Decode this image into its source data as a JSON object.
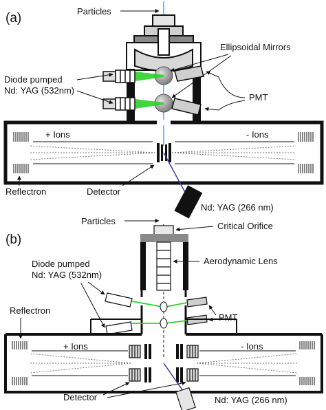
{
  "panel_a": {
    "tag": "(a)",
    "particles": "Particles",
    "ellipsoidal_mirrors": "Ellipsoidal Mirrors",
    "diode_line1": "Diode pumped",
    "diode_line2": "Nd: YAG (532nm)",
    "pmt": "PMT",
    "plus_ions": "+ Ions",
    "minus_ions": "- Ions",
    "reflectron": "Reflectron",
    "detector": "Detector",
    "ndyag_266": "Nd: YAG (266 nm)"
  },
  "panel_b": {
    "tag": "(b)",
    "particles": "Particles",
    "critical_orifice": "Critical Orifice",
    "aerodynamic_lens": "Aerodynamic Lens",
    "diode_line1": "Diode pumped",
    "diode_line2": "Nd: YAG (532nm)",
    "reflectron": "Reflectron",
    "pmt": "PMT",
    "plus_ions": "+ Ions",
    "minus_ions": "- Ions",
    "detector": "Detector",
    "ndyag_266": "Nd: YAG (266 nm)"
  },
  "colors": {
    "laser_532": "#2bd12b",
    "laser_266": "#3a3aa8",
    "particle_beam": "#4aa8d8",
    "sphere": "#9a9a9a"
  }
}
